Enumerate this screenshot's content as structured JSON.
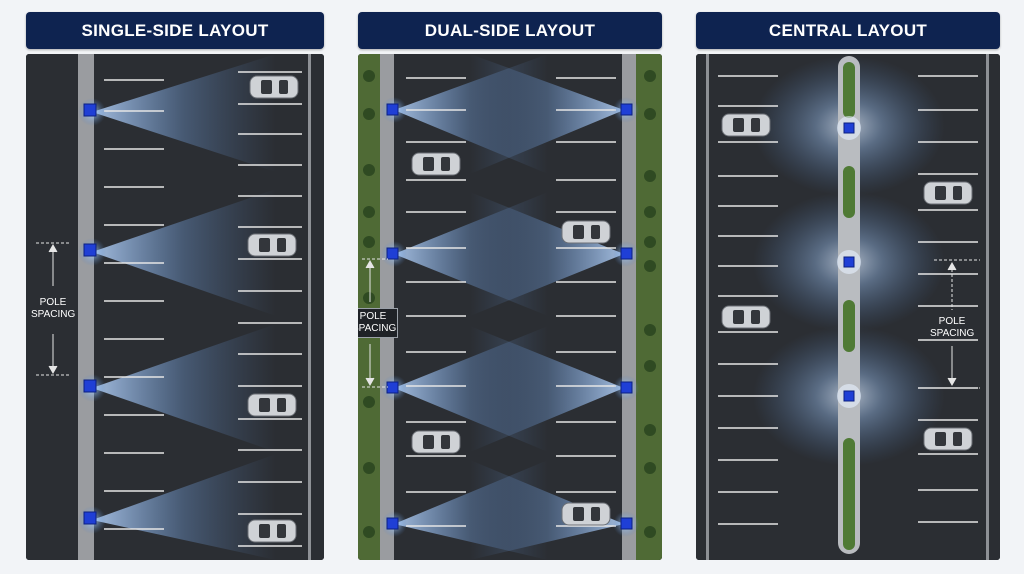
{
  "panels": [
    {
      "title": "SINGLE-SIDE LAYOUT",
      "layout": "single-side",
      "annotation": [
        "POLE",
        "SPACING"
      ]
    },
    {
      "title": "DUAL-SIDE LAYOUT",
      "layout": "dual-side",
      "annotation": [
        "POLE",
        "SPACING"
      ]
    },
    {
      "title": "CENTRAL LAYOUT",
      "layout": "central",
      "annotation": [
        "POLE",
        "SPACING"
      ]
    }
  ],
  "colors": {
    "header_bg": "#0e2350",
    "asphalt": "#2b2e33",
    "sidewalk": "#9a9ca0",
    "grass": "#4f6a35",
    "pole": "#1f3fd6",
    "light_beam": "#9fc6ff",
    "stall_line": "#e6e6e6",
    "car_body": "#cfd2d6"
  },
  "icons": [
    "light-pole-icon",
    "car-icon",
    "light-beam",
    "dimension-arrow"
  ]
}
